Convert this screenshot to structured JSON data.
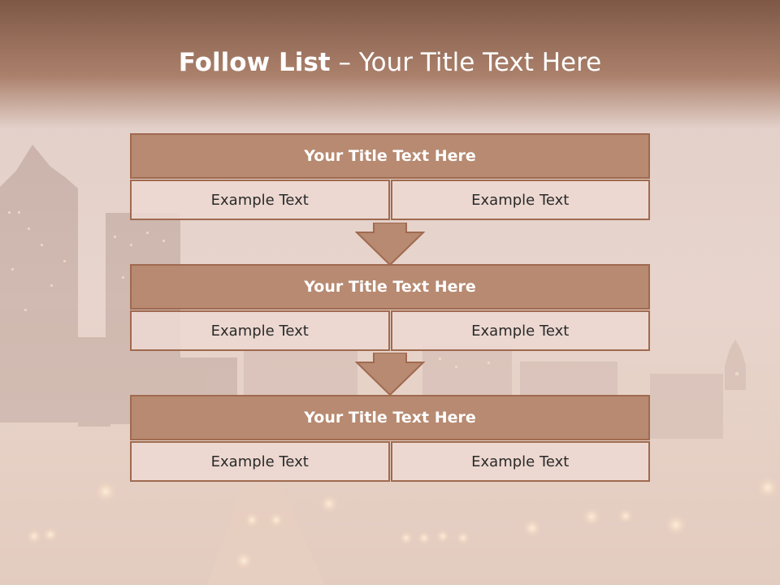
{
  "slide": {
    "title_bold": "Follow List",
    "title_rest": " – Your Title Text Here"
  },
  "blocks": [
    {
      "heading": "Your Title Text Here",
      "cells": [
        "Example Text",
        "Example Text"
      ]
    },
    {
      "heading": "Your Title Text Here",
      "cells": [
        "Example Text",
        "Example Text"
      ]
    },
    {
      "heading": "Your Title Text Here",
      "cells": [
        "Example Text",
        "Example Text"
      ]
    }
  ],
  "colors": {
    "header_band": "#8a5e47",
    "block_head": "#b78a71",
    "block_border": "#a06a50",
    "cell_fill": "#ecd8d2",
    "arrow": "#b78a71"
  }
}
